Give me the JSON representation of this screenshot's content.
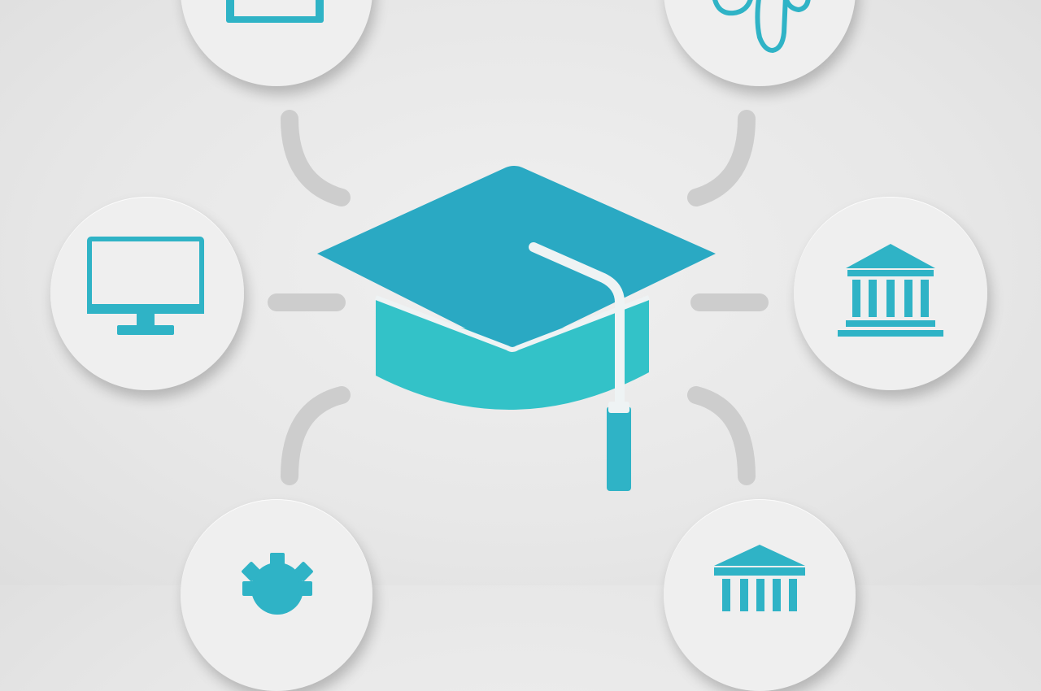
{
  "diagram": {
    "center": {
      "icon": "graduation-cap-icon"
    },
    "nodes": [
      {
        "id": "node-laptop",
        "icon": "laptop-icon"
      },
      {
        "id": "node-stetho",
        "icon": "stethoscope-icon"
      },
      {
        "id": "node-computer",
        "icon": "desktop-monitor-icon"
      },
      {
        "id": "node-bank",
        "icon": "bank-building-icon"
      },
      {
        "id": "node-gear",
        "icon": "gear-icon"
      },
      {
        "id": "node-building",
        "icon": "institution-building-icon"
      }
    ]
  },
  "colors": {
    "accent": "#2fb3c6",
    "accent_dark": "#2aa9c3",
    "accent_light": "#33c2c8",
    "background": "#e8e8e8",
    "node_fill": "#efefef",
    "connector": "#cdcdcd",
    "tassel_cord": "#eef3f4"
  }
}
